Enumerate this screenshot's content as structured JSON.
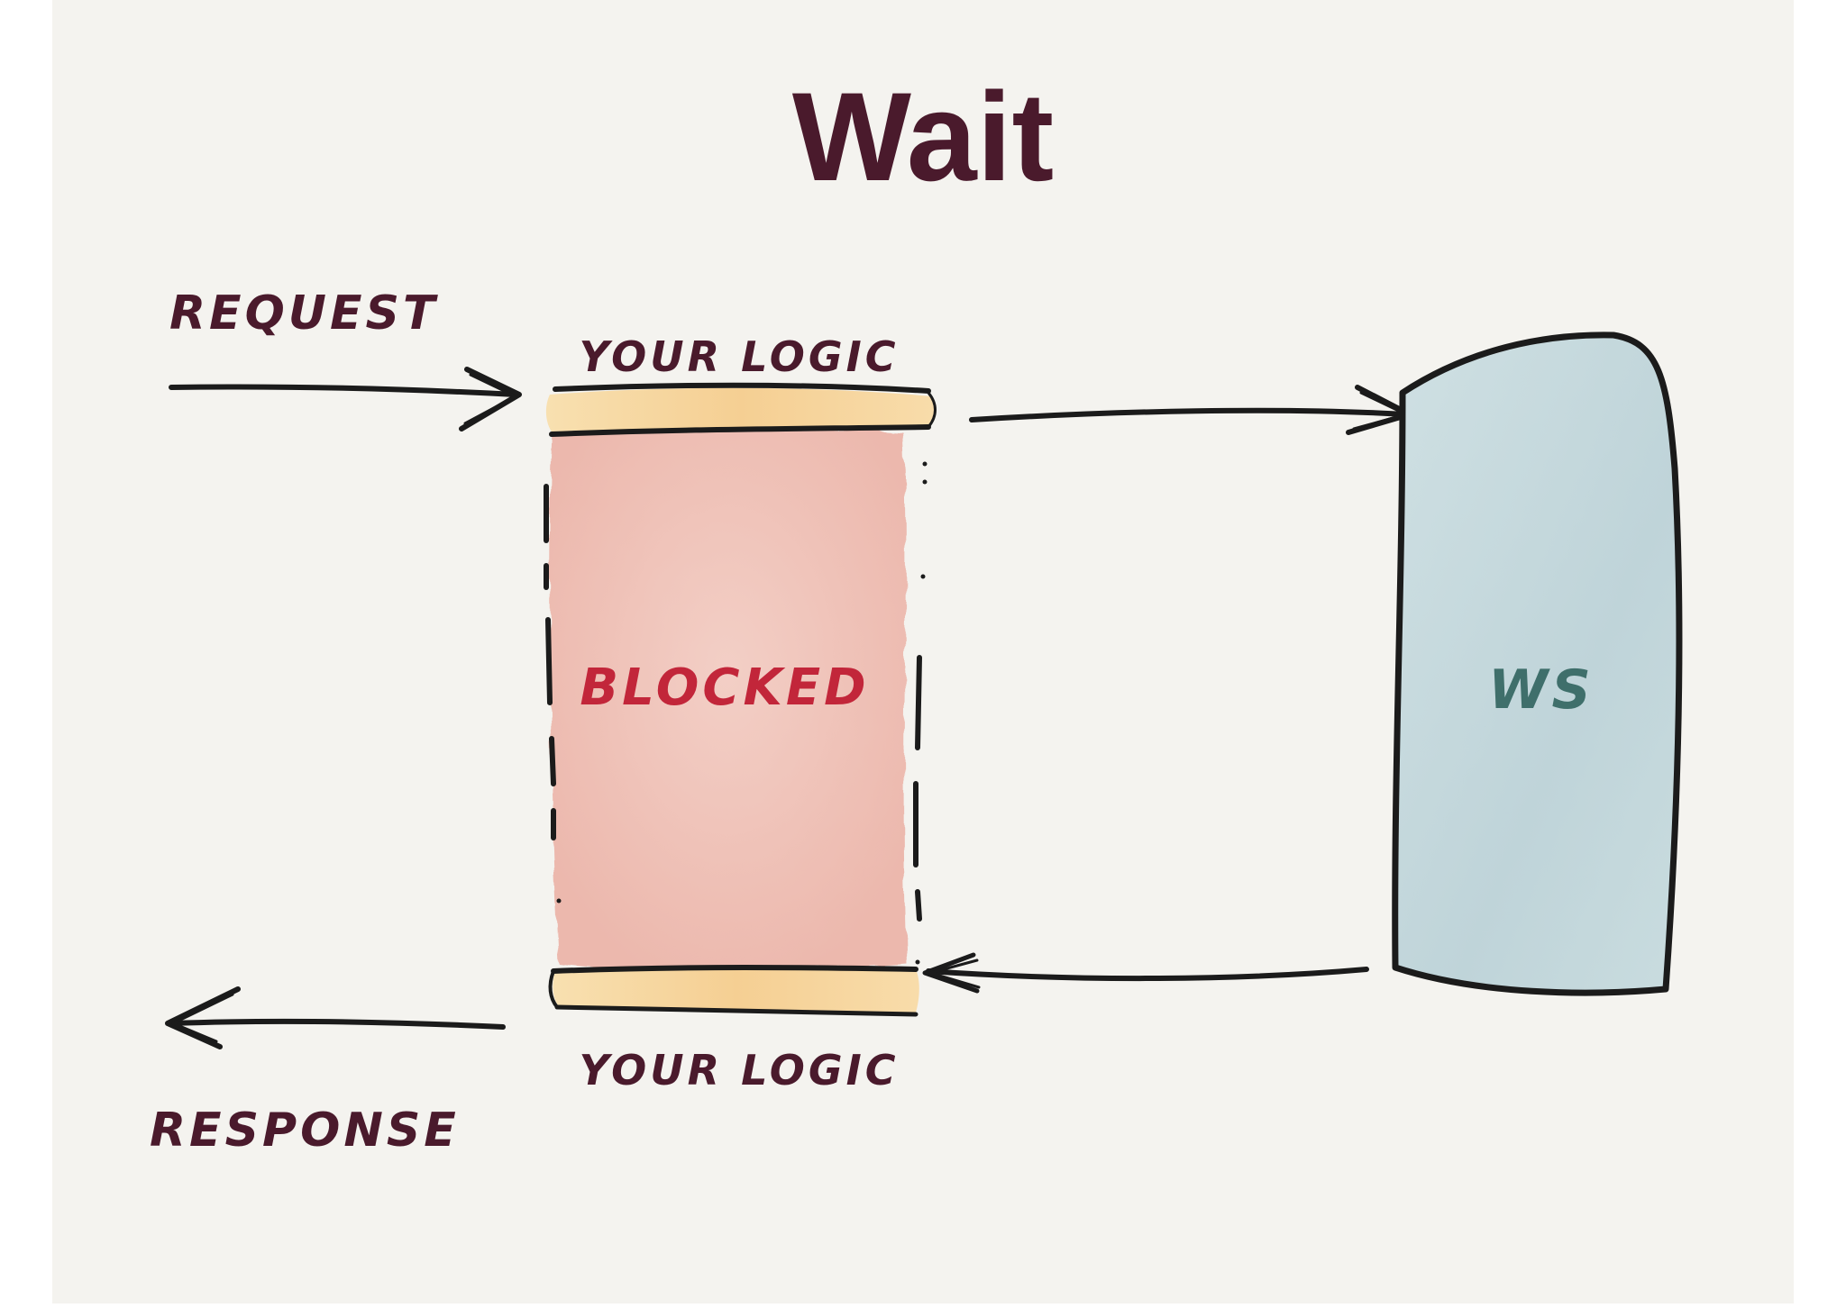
{
  "diagram": {
    "title": "Wait",
    "labels": {
      "request": "REQUEST",
      "response": "RESPONSE",
      "logic_top": "YOUR LOGIC",
      "logic_bottom": "YOUR LOGIC",
      "blocked": "BLOCKED",
      "ws": "WS"
    },
    "colors": {
      "background": "#f4f3ef",
      "ink": "#4a1a2c",
      "blocked_fill": "#efc1b7",
      "blocked_text": "#c2263a",
      "bar_fill": "#f8d9a4",
      "ws_fill": "#c6d9dd",
      "ws_text": "#3f6f6b",
      "stroke": "#1b1b1b"
    }
  }
}
